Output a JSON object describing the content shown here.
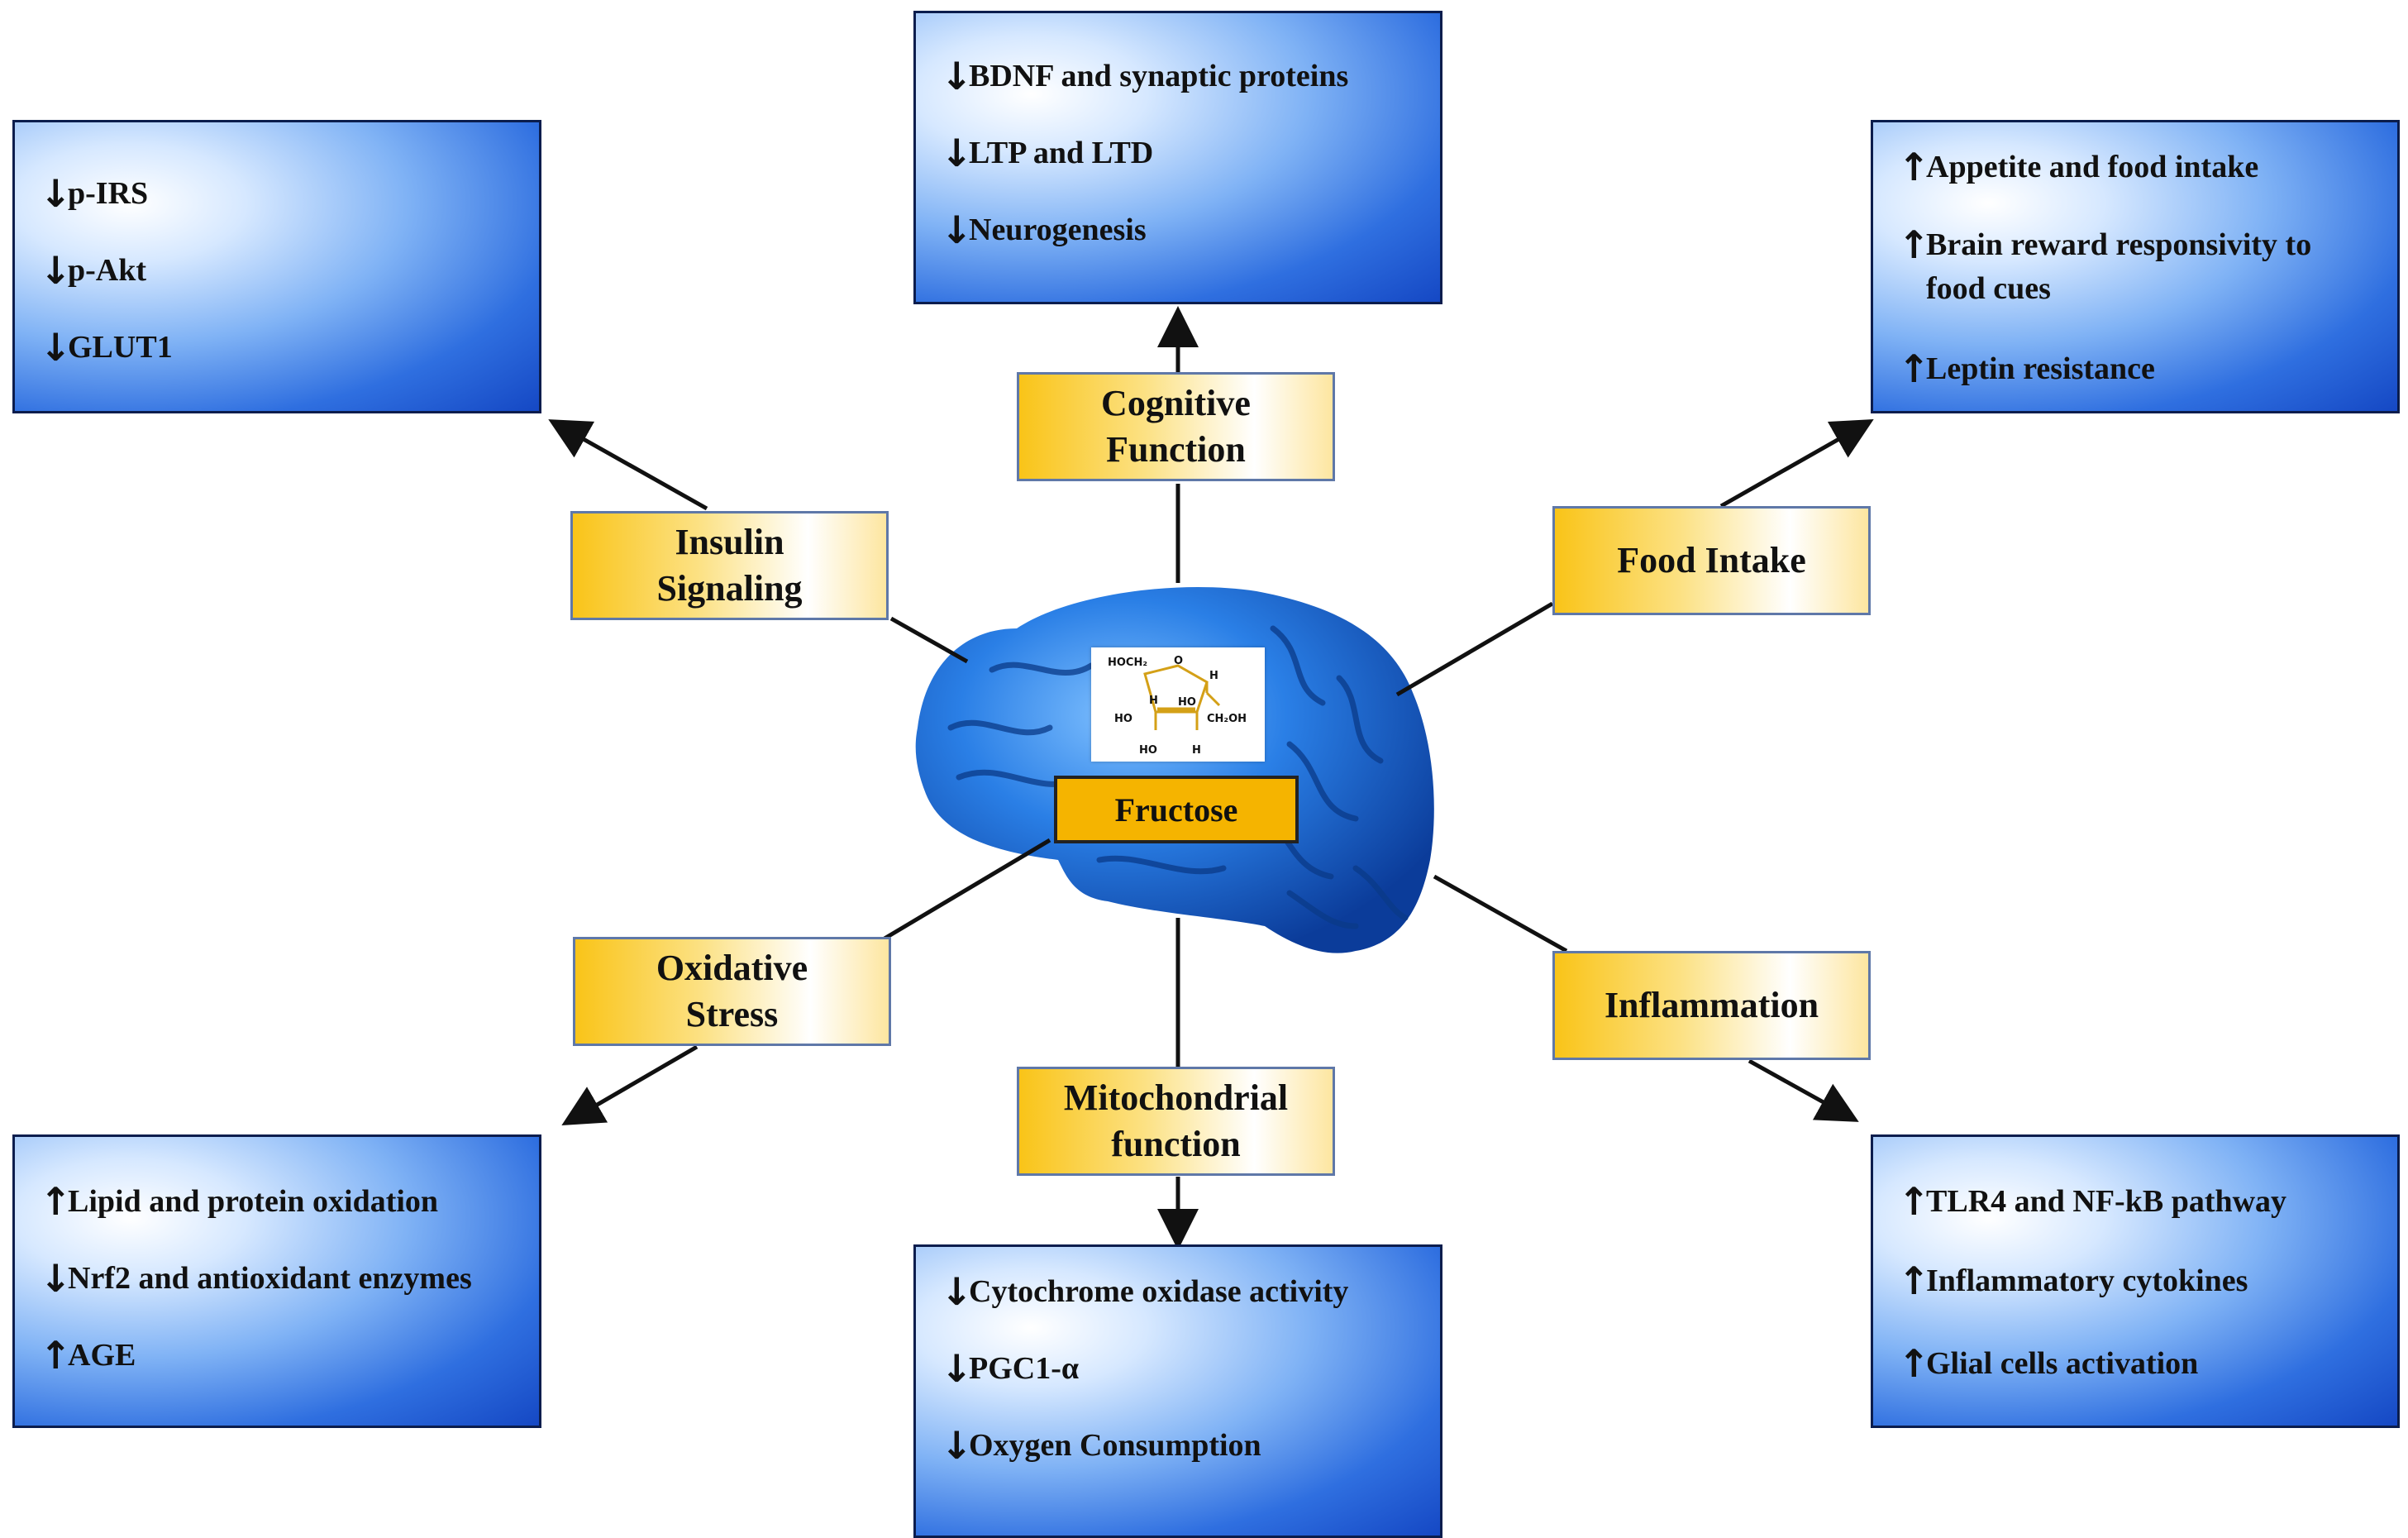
{
  "center": {
    "label": "Fructose",
    "molecule_labels": [
      "HOCH₂",
      "O",
      "H",
      "H",
      "HO",
      "HO",
      "CH₂OH",
      "HO",
      "H"
    ]
  },
  "nodes": [
    {
      "id": "cognitive",
      "label_lines": [
        "Cognitive",
        "Function"
      ]
    },
    {
      "id": "insulin",
      "label_lines": [
        "Insulin",
        "Signaling"
      ]
    },
    {
      "id": "food",
      "label_lines": [
        "Food Intake"
      ]
    },
    {
      "id": "oxidative",
      "label_lines": [
        "Oxidative",
        "Stress"
      ]
    },
    {
      "id": "mito",
      "label_lines": [
        "Mitochondrial",
        "function"
      ]
    },
    {
      "id": "inflammation",
      "label_lines": [
        "Inflammation"
      ]
    }
  ],
  "effects": {
    "cognitive": [
      {
        "direction": "down",
        "arrow": "↓",
        "text": "BDNF  and synaptic proteins"
      },
      {
        "direction": "down",
        "arrow": "↓",
        "text": "LTP and LTD"
      },
      {
        "direction": "down",
        "arrow": "↓",
        "text": "Neurogenesis"
      }
    ],
    "insulin": [
      {
        "direction": "down",
        "arrow": "↓",
        "text": "p-IRS"
      },
      {
        "direction": "down",
        "arrow": "↓",
        "text": "p-Akt"
      },
      {
        "direction": "down",
        "arrow": "↓",
        "text": "GLUT1"
      }
    ],
    "food": [
      {
        "direction": "up",
        "arrow": "↑",
        "text": "Appetite and food intake"
      },
      {
        "direction": "up",
        "arrow": "↑",
        "text": "Brain reward responsivity to food cues"
      },
      {
        "direction": "up",
        "arrow": "↑",
        "text": "Leptin resistance"
      }
    ],
    "oxidative": [
      {
        "direction": "up",
        "arrow": "↑",
        "text": "Lipid and protein oxidation"
      },
      {
        "direction": "down",
        "arrow": "↓",
        "text": "Nrf2 and antioxidant enzymes"
      },
      {
        "direction": "up",
        "arrow": "↑",
        "text": "AGE"
      }
    ],
    "mito": [
      {
        "direction": "down",
        "arrow": "↓",
        "text": "Cytochrome oxidase activity"
      },
      {
        "direction": "down",
        "arrow": "↓",
        "text": "PGC1-α"
      },
      {
        "direction": "down",
        "arrow": "↓",
        "text": "Oxygen Consumption"
      }
    ],
    "inflammation": [
      {
        "direction": "up",
        "arrow": "↑",
        "text": "TLR4 and NF-kB pathway"
      },
      {
        "direction": "up",
        "arrow": "↑",
        "text": "Inflammatory cytokines"
      },
      {
        "direction": "up",
        "arrow": "↑",
        "text": "Glial cells activation"
      }
    ]
  },
  "colors": {
    "effect_box_blue": "#2f6fe0",
    "node_gold": "#f9c418",
    "brain_blue": "#1a6ad0",
    "center_label": "#f5b400",
    "molecule_ring": "#d4a017"
  }
}
